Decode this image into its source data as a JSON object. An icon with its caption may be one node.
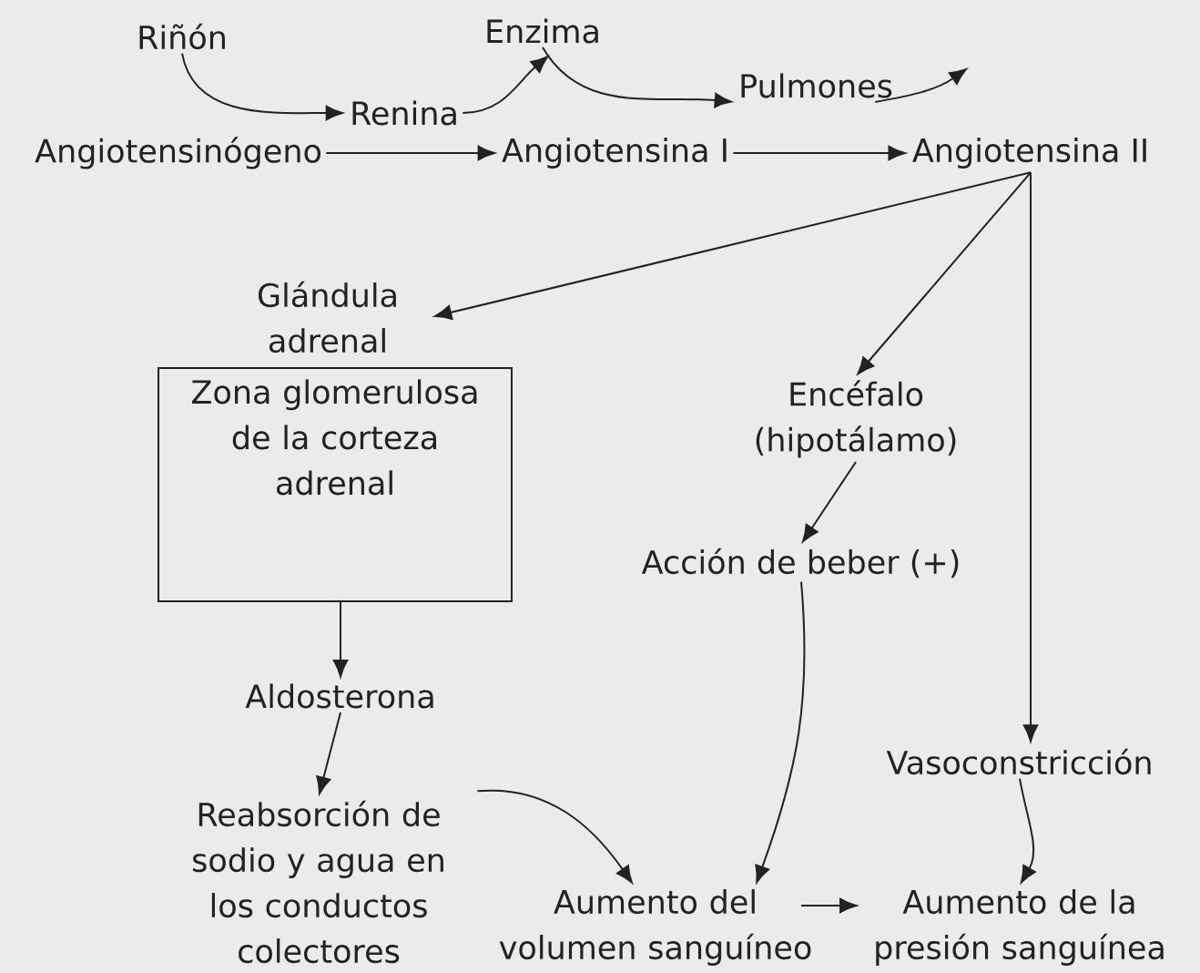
{
  "diagram": {
    "nodes": [
      {
        "text": [
          "Riñón"
        ]
      },
      {
        "text": [
          "Enzima"
        ]
      },
      {
        "text": [
          "Renina"
        ]
      },
      {
        "text": [
          "Pulmones"
        ]
      },
      {
        "text": [
          "Angiotensinógeno"
        ]
      },
      {
        "text": [
          "Angiotensina I"
        ]
      },
      {
        "text": [
          "Angiotensina II"
        ]
      },
      {
        "text": [
          "Glándula adrenal",
          "Zona glomerulosa de la corteza adrenal"
        ]
      },
      {
        "text": [
          "Encéfalo (hipotálamo)"
        ]
      },
      {
        "text": [
          "Acción de beber (+)"
        ]
      },
      {
        "text": [
          "Aldosterona"
        ]
      },
      {
        "text": [
          "Reabsorción de sodio y agua en los conductos colectores"
        ]
      },
      {
        "text": [
          "Vasoconstricción"
        ]
      },
      {
        "text": [
          "Aumento del volumen sanguíneo"
        ]
      },
      {
        "text": [
          "Aumento de la presión sanguínea"
        ]
      }
    ],
    "edges": [
      {
        "from": 0,
        "to": 2,
        "arrow": "to"
      },
      {
        "from": 2,
        "to": 1,
        "arrow": "to"
      },
      {
        "from": 1,
        "to": 3,
        "arrow": "to"
      },
      {
        "from": 3,
        "to": null,
        "arrow": "to"
      },
      {
        "from": 4,
        "to": 5,
        "arrow": "to"
      },
      {
        "from": 5,
        "to": 6,
        "arrow": "to"
      },
      {
        "from": 6,
        "to": 7,
        "arrow": "to"
      },
      {
        "from": 6,
        "to": 8,
        "arrow": "to"
      },
      {
        "from": 6,
        "to": 12,
        "arrow": "to"
      },
      {
        "from": 8,
        "to": 9,
        "arrow": "to"
      },
      {
        "from": 7,
        "to": 10,
        "arrow": "to"
      },
      {
        "from": 10,
        "to": 11,
        "arrow": "to"
      },
      {
        "from": 11,
        "to": 13,
        "arrow": "to"
      },
      {
        "from": 9,
        "to": 13,
        "arrow": "to"
      },
      {
        "from": 12,
        "to": 14,
        "arrow": "to"
      },
      {
        "from": 13,
        "to": 14,
        "arrow": "to"
      }
    ]
  }
}
